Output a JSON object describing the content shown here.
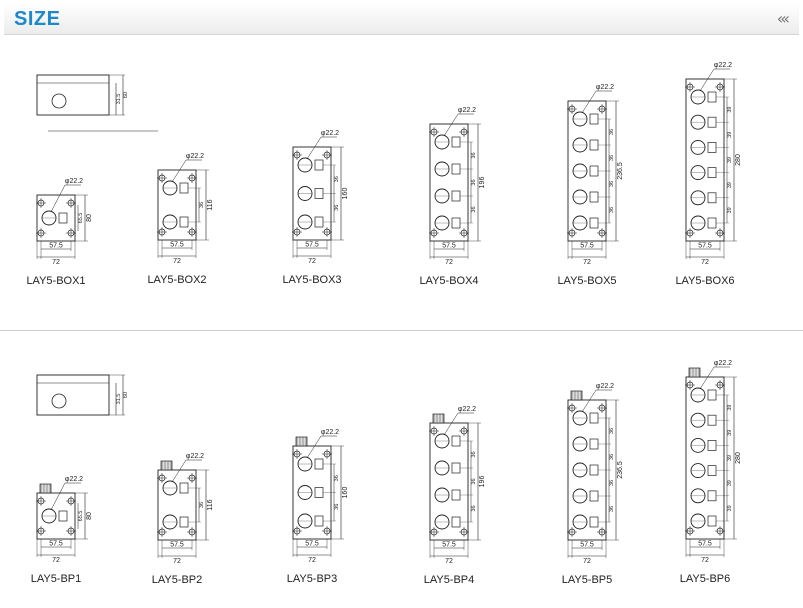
{
  "header": {
    "title": "SIZE",
    "nav_icon": "chevron-left-triple-icon",
    "nav_text": "‹‹‹"
  },
  "dims": {
    "hole": "φ22.2",
    "w_inner": "57.5",
    "w_outer": "72",
    "pitch4": "36",
    "pitch6": "39",
    "h1_inner": "65.5",
    "h1": "80",
    "h2": "116",
    "h3": "160",
    "h4": "196",
    "h5": "236.5",
    "h6": "280",
    "side_box_a": "31.5",
    "side_box_b": "60",
    "side_bp_a": "31.5",
    "side_bp_b": "60"
  },
  "row_box": {
    "labels": [
      "LAY5-BOX1",
      "LAY5-BOX2",
      "LAY5-BOX3",
      "LAY5-BOX4",
      "LAY5-BOX5",
      "LAY5-BOX6"
    ]
  },
  "row_bp": {
    "labels": [
      "LAY5-BP1",
      "LAY5-BP2",
      "LAY5-BP3",
      "LAY5-BP4",
      "LAY5-BP5",
      "LAY5-BP6"
    ]
  }
}
